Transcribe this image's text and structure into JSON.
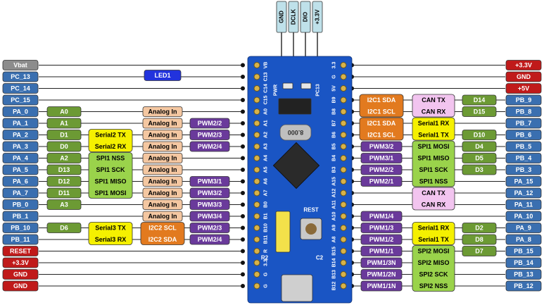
{
  "colors": {
    "pin": "#3a6fb0",
    "pin_border": "#1d3f6e",
    "power_red": "#c01a1a",
    "gray_label": "#8c8c8c",
    "analog": "#f4c7a1",
    "pwm": "#6a3a9b",
    "gpio_alias": "#6c9a34",
    "serial": "#f5f000",
    "spi": "#9ad34b",
    "i2c": "#e27a1f",
    "can": "#f2c4ef",
    "header_pin": "#bfe1ea",
    "led": "#2233dd",
    "board": "#1a55c4"
  },
  "header": [
    "GND",
    "DCLK",
    "DIO",
    "+3.3V"
  ],
  "board": {
    "left_silk": [
      "VB",
      "C13",
      "C14",
      "C15",
      "A0",
      "A1",
      "A2",
      "A3",
      "A4",
      "A5",
      "A6",
      "A7",
      "B0",
      "B1",
      "B10",
      "B11",
      "R",
      "3.3",
      "G",
      "G"
    ],
    "right_silk": [
      "3.3",
      "G",
      "5V",
      "B9",
      "B8",
      "B7",
      "B6",
      "B5",
      "B4",
      "B3",
      "A15",
      "A12",
      "A11",
      "A10",
      "A9",
      "A8",
      "B15",
      "B14",
      "B13",
      "B12"
    ],
    "pwr_label": "PWR",
    "pc13_label": "PC13",
    "crystal_label": "8.000",
    "rest_label": "REST",
    "r2_label": "R2",
    "c2_label": "C2"
  },
  "led_label": "LED1",
  "left_pins": [
    "Vbat",
    "PC_13",
    "PC_14",
    "PC_15",
    "PA_0",
    "PA_1",
    "PA_2",
    "PA_3",
    "PA_4",
    "PA_5",
    "PA_6",
    "PA_7",
    "PB_0",
    "PB_1",
    "PB_10",
    "PB_11",
    "RESET",
    "+3.3V",
    "GND",
    "GND"
  ],
  "left_alias": [
    {
      "row": 4,
      "text": "A0"
    },
    {
      "row": 5,
      "text": "A1"
    },
    {
      "row": 6,
      "text": "D1"
    },
    {
      "row": 7,
      "text": "D0"
    },
    {
      "row": 8,
      "text": "A2"
    },
    {
      "row": 9,
      "text": "D13"
    },
    {
      "row": 10,
      "text": "D12"
    },
    {
      "row": 11,
      "text": "D11"
    },
    {
      "row": 12,
      "text": "A3"
    },
    {
      "row": 14,
      "text": "D6"
    }
  ],
  "left_serial2": [
    "Serial2 TX",
    "Serial2 RX"
  ],
  "left_spi1": [
    "SPI1 NSS",
    "SPI1 SCK",
    "SPI1 MISO",
    "SPI1 MOSI"
  ],
  "left_serial3": [
    "Serial3 TX",
    "Serial3 RX"
  ],
  "analog_in": {
    "label": "Analog In",
    "rows": [
      4,
      5,
      6,
      7,
      8,
      9,
      10,
      11,
      12,
      13
    ]
  },
  "left_pwm": [
    {
      "row": 5,
      "text": "PWM2/2"
    },
    {
      "row": 6,
      "text": "PWM2/3"
    },
    {
      "row": 7,
      "text": "PWM2/4"
    },
    {
      "row": 10,
      "text": "PWM3/1"
    },
    {
      "row": 11,
      "text": "PWM3/2"
    },
    {
      "row": 12,
      "text": "PWM3/3"
    },
    {
      "row": 13,
      "text": "PWM3/4"
    },
    {
      "row": 14,
      "text": "PWM2/3"
    },
    {
      "row": 15,
      "text": "PWM2/4"
    }
  ],
  "left_i2c2": [
    "I2C2   SCL",
    "I2C2   SDA"
  ],
  "right_pins": [
    "+3.3V",
    "GND",
    "+5V",
    "PB_9",
    "PB_8",
    "PB_7",
    "PB_6",
    "PB_5",
    "PB_4",
    "PB_3",
    "PA_15",
    "PA_12",
    "PA_11",
    "PA_10",
    "PA_9",
    "PA_8",
    "PB_15",
    "PB_14",
    "PB_13",
    "PB_12"
  ],
  "right_alias": [
    {
      "row": 3,
      "text": "D14"
    },
    {
      "row": 4,
      "text": "D15"
    },
    {
      "row": 6,
      "text": "D10"
    },
    {
      "row": 7,
      "text": "D4"
    },
    {
      "row": 8,
      "text": "D5"
    },
    {
      "row": 9,
      "text": "D3"
    },
    {
      "row": 14,
      "text": "D2"
    },
    {
      "row": 15,
      "text": "D8"
    },
    {
      "row": 16,
      "text": "D7"
    }
  ],
  "right_can_top": [
    "CAN TX",
    "CAN RX"
  ],
  "right_can_mid": [
    "CAN TX",
    "CAN RX"
  ],
  "right_serial1_top": [
    "Serial1 RX",
    "Serial1 TX"
  ],
  "right_serial1_bot": [
    "Serial1 RX",
    "Serial1 TX"
  ],
  "right_spi1": [
    "SPI1 MOSI",
    "SPI1 MISO",
    "SPI1 SCK",
    "SPI1 NSS"
  ],
  "right_spi2": [
    "SPI2 MOSI",
    "SPI2 MISO",
    "SPI2 SCK",
    "SPI2 NSS"
  ],
  "right_i2c1_top": [
    "I2C1   SDA",
    "I2C1   SCL"
  ],
  "right_i2c1_mid": [
    "I2C1   SDA",
    "I2C1   SCL"
  ],
  "right_pwm": [
    {
      "row": 7,
      "text": "PWM3/2"
    },
    {
      "row": 8,
      "text": "PWM3/1"
    },
    {
      "row": 9,
      "text": "PWM2/2"
    },
    {
      "row": 10,
      "text": "PWM2/1"
    },
    {
      "row": 13,
      "text": "PWM1/4"
    },
    {
      "row": 14,
      "text": "PWM1/3"
    },
    {
      "row": 15,
      "text": "PWM1/2"
    },
    {
      "row": 16,
      "text": "PWM1/1"
    },
    {
      "row": 17,
      "text": "PWM1/3N"
    },
    {
      "row": 18,
      "text": "PWM1/2N"
    },
    {
      "row": 19,
      "text": "PWM1/1N"
    }
  ]
}
